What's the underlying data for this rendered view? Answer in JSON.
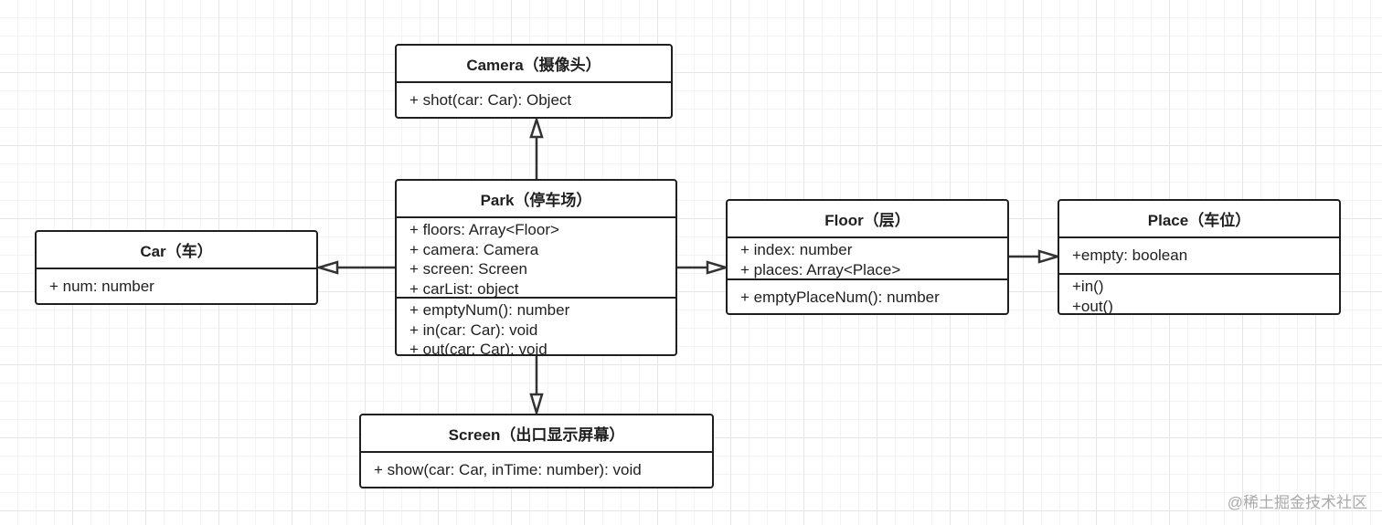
{
  "diagram": {
    "classes": {
      "camera": {
        "title": "Camera（摄像头）",
        "attributes": [],
        "methods": [
          "+ shot(car: Car): Object"
        ]
      },
      "park": {
        "title": "Park（停车场）",
        "attributes": [
          "+ floors: Array<Floor>",
          "+ camera: Camera",
          "+ screen: Screen",
          "+ carList: object"
        ],
        "methods": [
          "+ emptyNum(): number",
          "+ in(car: Car): void",
          "+ out(car: Car): void"
        ]
      },
      "car": {
        "title": "Car（车）",
        "attributes": [
          "+ num: number"
        ],
        "methods": []
      },
      "floor": {
        "title": "Floor（层）",
        "attributes": [
          "+ index: number",
          "+ places: Array<Place>"
        ],
        "methods": [
          "+ emptyPlaceNum(): number"
        ]
      },
      "place": {
        "title": "Place（车位）",
        "attributes": [
          "+empty: boolean"
        ],
        "methods": [
          "+in()",
          "+out()"
        ]
      },
      "screen": {
        "title": "Screen（出口显示屏幕）",
        "attributes": [],
        "methods": [
          "+ show(car: Car, inTime: number): void"
        ]
      }
    }
  },
  "watermark": "@稀土掘金技术社区",
  "colors": {
    "line": "#1f1f1f",
    "grid": "#e6e6e6",
    "watermark": "#a9a9a9"
  }
}
